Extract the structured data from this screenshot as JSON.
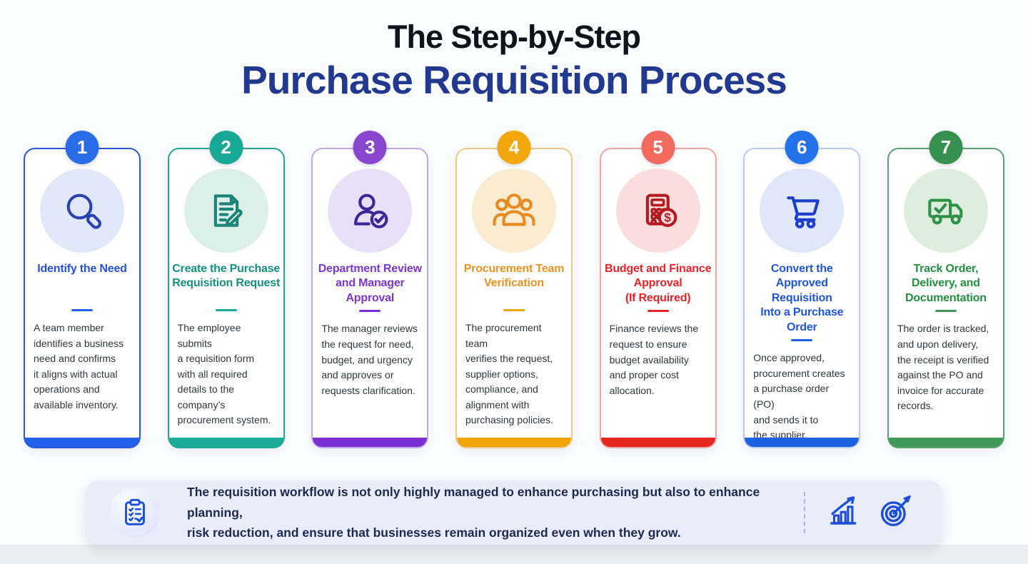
{
  "header": {
    "line1": "The Step-by-Step",
    "line2": "Purchase Requisition Process",
    "line2_color": "#21398f"
  },
  "steps": [
    {
      "num": "1",
      "title": "Identify the Need",
      "desc": "A team member\nidentifies a business\nneed and confirms\nit aligns with actual\noperations and\navailable inventory.",
      "icon": "magnifier-icon",
      "colors": {
        "circle": "#2a6de9",
        "border": "#2a5ad9",
        "title": "#2450e2",
        "icon": "#2c42b2",
        "tint": "#e1e9f8",
        "bar": "#2360ea"
      }
    },
    {
      "num": "2",
      "title": "Create the Purchase\nRequisition Request",
      "desc": "The employee submits\na requisition form\nwith all required\ndetails to the\ncompany’s\nprocurement system.",
      "icon": "document-pencil-icon",
      "colors": {
        "circle": "#17a896",
        "border": "#21a693",
        "title": "#14917f",
        "icon": "#1d8577",
        "tint": "#dcefe9",
        "bar": "#1cab97"
      }
    },
    {
      "num": "3",
      "title": "Department Review\nand Manager\nApproval",
      "desc": "The manager reviews\nthe request for need,\nbudget, and urgency\nand approves or\nrequests clarification.",
      "icon": "person-check-icon",
      "colors": {
        "circle": "#8847cd",
        "border": "#bfa9e3",
        "title": "#7c36d2",
        "icon": "#3f2698",
        "tint": "#e9e0f7",
        "bar": "#7c2fd4"
      }
    },
    {
      "num": "4",
      "title": "Procurement Team\nVerification",
      "desc": "The procurement team\nverifies the request,\nsupplier options,\ncompliance, and\nalignment with\npurchasing policies.",
      "icon": "people-group-icon",
      "colors": {
        "circle": "#f2a70c",
        "border": "#f3c87e",
        "title": "#f0921d",
        "icon": "#e88a20",
        "tint": "#faecd1",
        "bar": "#f0a50a"
      }
    },
    {
      "num": "5",
      "title": "Budget and Finance\nApproval\n(If Required)",
      "desc": "Finance reviews the\nrequest to ensure\nbudget availability\nand proper cost\nallocation.",
      "icon": "calculator-dollar-icon",
      "colors": {
        "circle": "#f2695d",
        "border": "#f2a59c",
        "title": "#ee2126",
        "icon": "#b31b20",
        "tint": "#fadddc",
        "bar": "#e62620"
      }
    },
    {
      "num": "6",
      "title": "Convert the\nApproved Requisition\nInto a Purchase Order",
      "desc": "Once approved,\nprocurement creates\na purchase order (PO)\nand sends it to\nthe supplier.",
      "icon": "shopping-cart-icon",
      "colors": {
        "circle": "#2472ea",
        "border": "#b9cdf2",
        "title": "#1e55e4",
        "icon": "#1c3ecb",
        "tint": "#dfe7f9",
        "bar": "#1d60e2"
      }
    },
    {
      "num": "7",
      "title": "Track Order,\nDelivery, and\nDocumentation",
      "desc": "The order is tracked,\nand upon delivery,\nthe receipt is verified\nagainst the PO and\ninvoice for accurate\nrecords.",
      "icon": "delivery-truck-icon",
      "colors": {
        "circle": "#36914f",
        "border": "#59a36e",
        "title": "#249140",
        "icon": "#2e9148",
        "tint": "#deeede",
        "bar": "#3f9a58"
      }
    }
  ],
  "arrows": {
    "colors": [
      "#1d41d6",
      "#11535c",
      "#252e44",
      "#252e44",
      "#252e44",
      "#252e44"
    ]
  },
  "footer": {
    "text": "The requisition workflow is not only highly managed to enhance purchasing but also to enhance planning,\nrisk reduction, and ensure that businesses remain organized even when they grow.",
    "icons": [
      "clipboard-checklist-icon",
      "growth-chart-icon",
      "target-arrow-icon"
    ],
    "accent": "#1d4ed8",
    "background": "#e9edf9"
  }
}
